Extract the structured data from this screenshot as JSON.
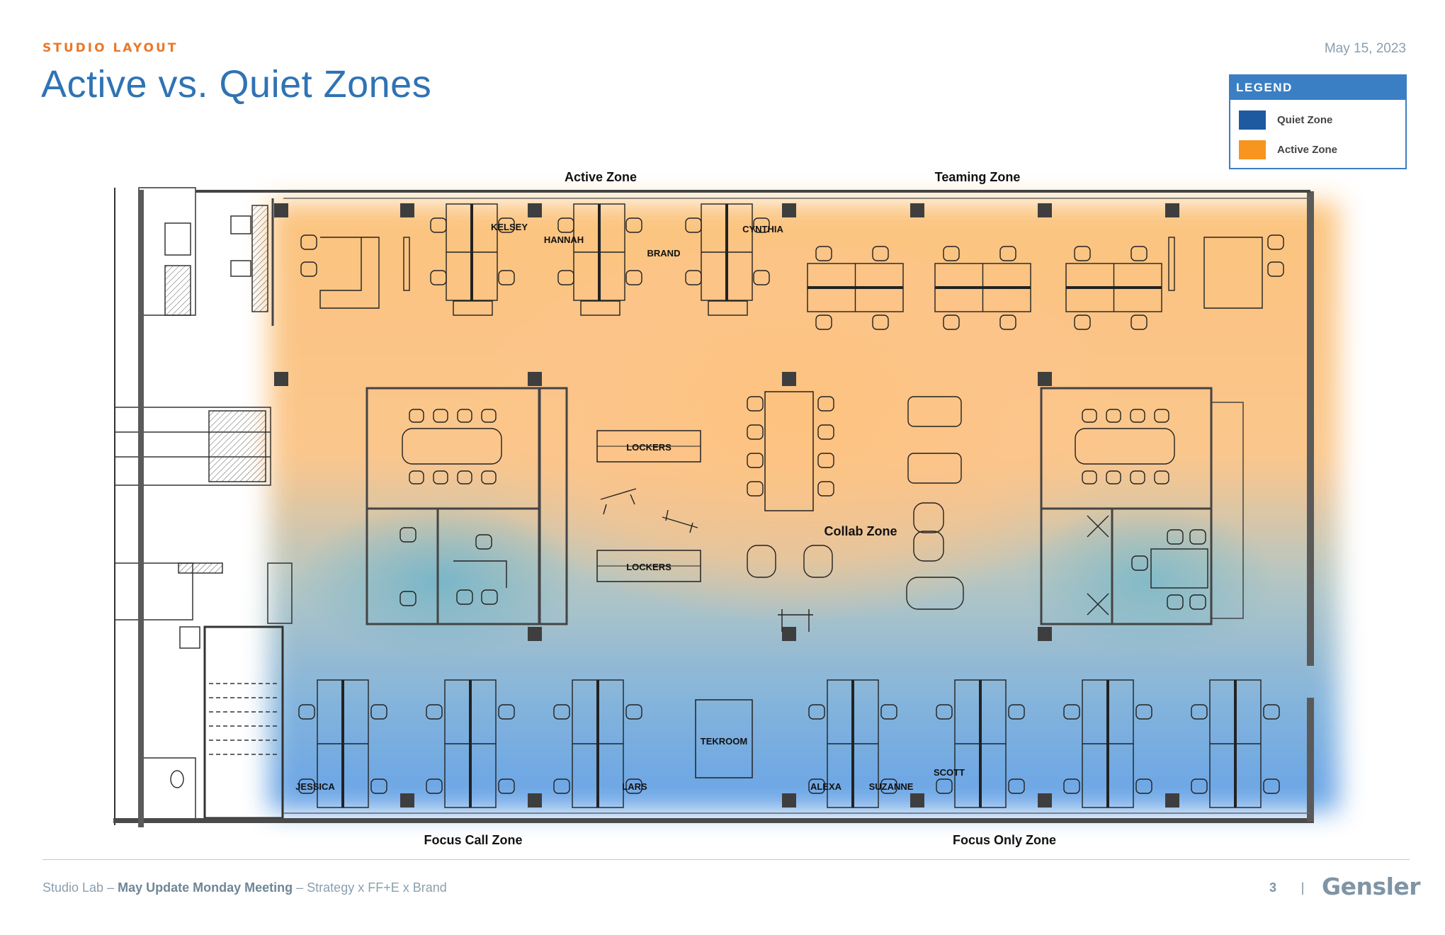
{
  "header": {
    "eyebrow": "STUDIO LAYOUT",
    "title": "Active vs. Quiet Zones",
    "date": "May 15, 2023"
  },
  "legend": {
    "title": "LEGEND",
    "items": [
      {
        "label": "Quiet Zone",
        "color": "#1d5aa0"
      },
      {
        "label": "Active Zone",
        "color": "#f7951e"
      }
    ]
  },
  "zones": {
    "active": "Active Zone",
    "teaming": "Teaming Zone",
    "collab": "Collab Zone",
    "focus_call": "Focus Call Zone",
    "focus_only": "Focus Only Zone"
  },
  "rooms": {
    "lockers_1": "LOCKERS",
    "lockers_2": "LOCKERS",
    "tekroom": "TEKROOM"
  },
  "people": {
    "kelsey": "KELSEY",
    "hannah": "HANNAH",
    "brand": "BRAND",
    "cynthia": "CYNTHIA",
    "jessica": "JESSICA",
    "lars": "LARS",
    "alexa": "ALEXA",
    "suzanne": "SUZANNE",
    "scott": "SCOTT"
  },
  "footer": {
    "org": "Studio Lab",
    "meeting": "May Update Monday Meeting",
    "topic": "Strategy x FF+E x Brand",
    "page": "3",
    "sep": "|",
    "brand": "Gensler"
  },
  "colors": {
    "accent_orange": "#e8792b",
    "title_blue": "#2f73b4",
    "muted": "#8a9fae"
  }
}
